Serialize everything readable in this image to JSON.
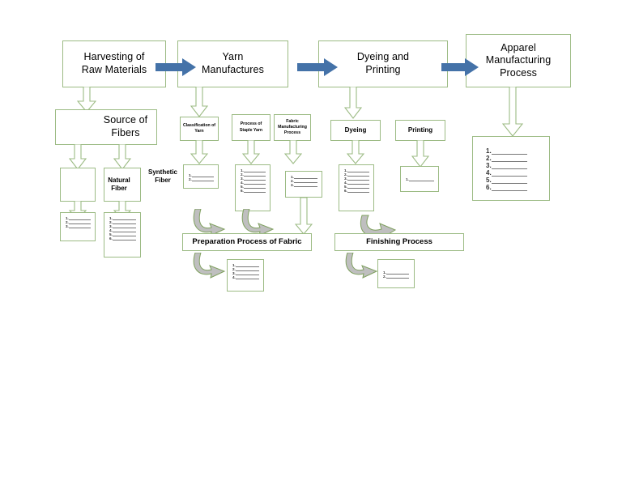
{
  "diagram": {
    "title": "Textile and Apparel Manufacturing Process Flowchart",
    "colors": {
      "box_border": "#9CBB84",
      "arrow_blue": "#4472A8",
      "arrow_outline": "#9CBB84",
      "curve_fill": "#BFBFBF",
      "rule_line": "#777777",
      "background": "#FFFFFF"
    },
    "stages": [
      {
        "id": "stage-harvesting",
        "label": "Harvesting of\nRaw Materials"
      },
      {
        "id": "stage-yarn",
        "label": "Yarn\nManufactures"
      },
      {
        "id": "stage-dyeing-printing",
        "label": "Dyeing and\nPrinting"
      },
      {
        "id": "stage-apparel",
        "label": "Apparel\nManufacturing\nProcess"
      }
    ],
    "nodes": {
      "source_of_fibers": "Source of\nFibers",
      "fiber_left": "",
      "natural_fiber": "Natural\nFiber",
      "synthetic_fiber_label": "Synthetic\nFiber",
      "classification_of_yarn": "Classification of\nYarn",
      "process_of_staple_yarn": "Process of\nStaple Yarn",
      "fabric_manufacturing_process": "Fabric\nManufacturing\nProcess",
      "dyeing": "Dyeing",
      "printing": "Printing",
      "preparation_process_of_fabric": "Preparation Process of Fabric",
      "finishing_process": "Finishing Process"
    },
    "lists": {
      "fiber_left_list": [
        "1.",
        "2.",
        "3."
      ],
      "natural_fiber_list": [
        "1.",
        "2.",
        "3.",
        "4.",
        "5.",
        "6."
      ],
      "classification_of_yarn_list": [
        "1.",
        "2."
      ],
      "staple_yarn_list": [
        "1.",
        "2.",
        "3.",
        "4.",
        "5.",
        "6."
      ],
      "fabric_manufacturing_list": [
        "1.",
        "2.",
        "3."
      ],
      "dyeing_list": [
        "1.",
        "2.",
        "3.",
        "4.",
        "5.",
        "6."
      ],
      "printing_list": [
        "1."
      ],
      "preparation_list": [
        "1.",
        "2.",
        "3.",
        "4."
      ],
      "finishing_list": [
        "1.",
        "2."
      ],
      "apparel_list": [
        "1.",
        "2.",
        "3.",
        "4.",
        "5.",
        "6."
      ]
    }
  }
}
